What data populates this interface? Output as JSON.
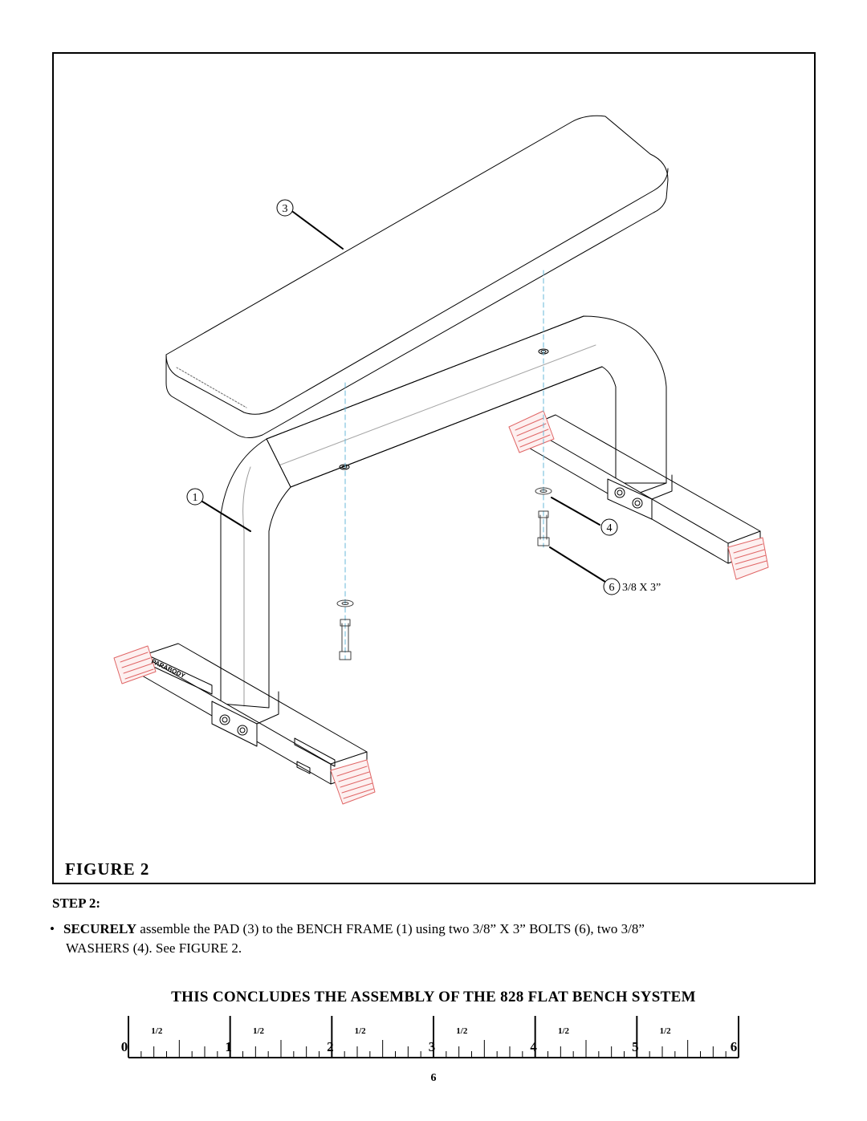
{
  "figure": {
    "label": "FIGURE  2",
    "callouts": [
      {
        "id": "pad",
        "number": "3"
      },
      {
        "id": "frame",
        "number": "1"
      },
      {
        "id": "washer",
        "number": "4"
      },
      {
        "id": "bolt",
        "number": "6",
        "suffix": "3/8 X 3”"
      }
    ],
    "brand_text": "PARABODY",
    "colors": {
      "line": "#000000",
      "end_cap": "#e06666",
      "hidden_line": "#6ab8d8"
    }
  },
  "step": {
    "heading": "STEP 2:",
    "bullet": "•",
    "bold_lead": "SECURELY",
    "text_line1": " assemble the PAD (3) to the BENCH FRAME (1) using two 3/8” X 3” BOLTS (6), two 3/8”",
    "text_line2": "WASHERS (4). See FIGURE 2."
  },
  "conclusion": "THIS CONCLUDES THE ASSEMBLY OF THE 828 FLAT BENCH SYSTEM",
  "ruler": {
    "numbers": [
      "0",
      "1",
      "2",
      "3",
      "4",
      "5",
      "6"
    ],
    "half_label": "1/2"
  },
  "page_number": "6"
}
